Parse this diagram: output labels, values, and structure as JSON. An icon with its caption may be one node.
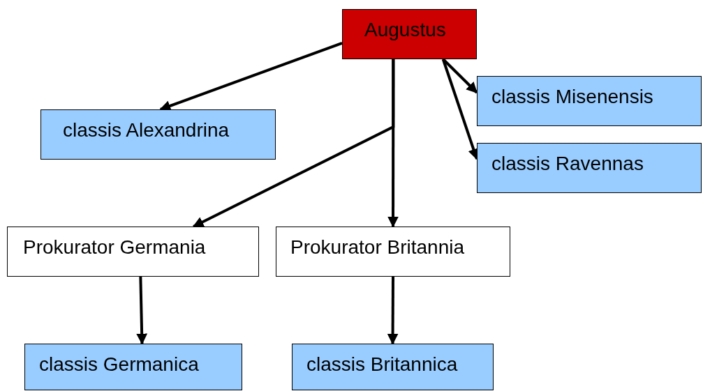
{
  "diagram": {
    "nodes": [
      {
        "text": [
          "Augustus"
        ]
      },
      {
        "text": [
          "classis Alexandrina"
        ]
      },
      {
        "text": [
          "classis Misenensis"
        ]
      },
      {
        "text": [
          "classis Ravennas"
        ]
      },
      {
        "text": [
          "Prokurator Germania"
        ]
      },
      {
        "text": [
          "Prokurator Britannia"
        ]
      },
      {
        "text": [
          "classis Germanica"
        ]
      },
      {
        "text": [
          "classis Britannica"
        ]
      }
    ],
    "edges": [
      {
        "from": 0,
        "to": 1,
        "arrow": "to"
      },
      {
        "from": 0,
        "to": 2,
        "arrow": "to"
      },
      {
        "from": 0,
        "to": 3,
        "arrow": "to"
      },
      {
        "from": 0,
        "to": 4,
        "arrow": "to"
      },
      {
        "from": 0,
        "to": 5,
        "arrow": "to"
      },
      {
        "from": 4,
        "to": 6,
        "arrow": "to"
      },
      {
        "from": 5,
        "to": 7,
        "arrow": "to"
      }
    ]
  }
}
